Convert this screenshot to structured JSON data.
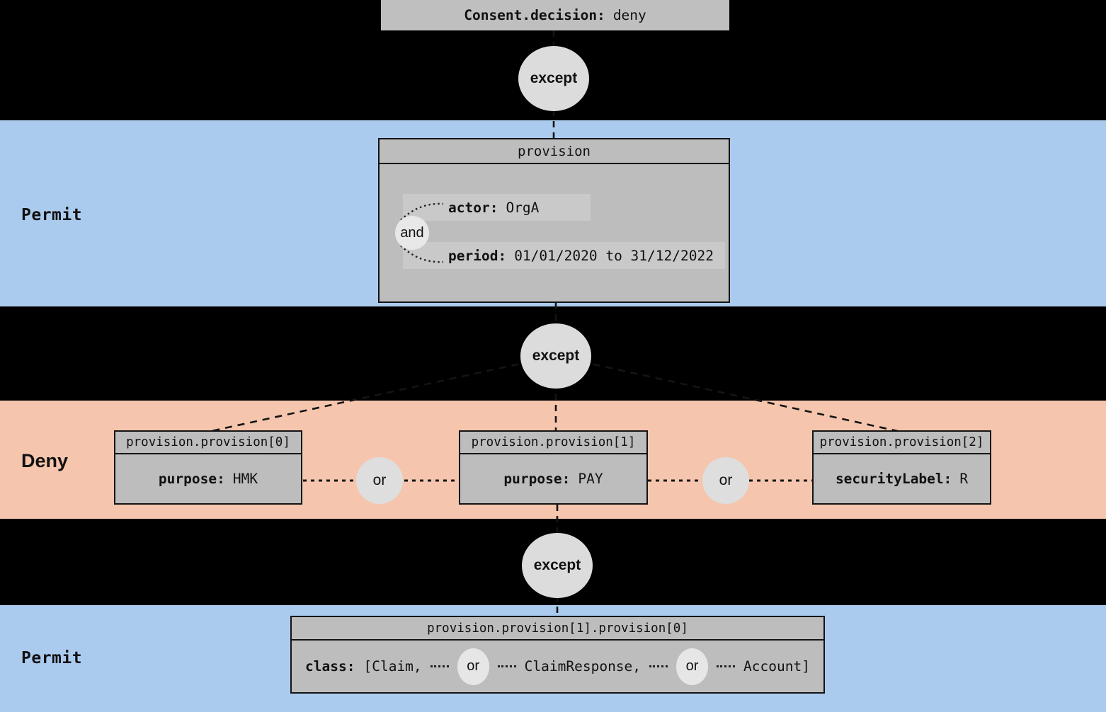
{
  "root_box": {
    "key": "Consent.decision:",
    "value": "deny"
  },
  "operators": {
    "except": "except",
    "and": "and",
    "or": "or"
  },
  "bands": {
    "permit_top": {
      "label": "Permit"
    },
    "deny": {
      "label": "Deny"
    },
    "permit_bottom": {
      "label": "Permit"
    }
  },
  "permit_provision": {
    "header": "provision",
    "attributes": [
      {
        "key": "actor:",
        "value": "OrgA"
      },
      {
        "key": "period:",
        "value": "01/01/2020 to 31/12/2022"
      }
    ]
  },
  "deny_provisions": [
    {
      "header": "provision.provision[0]",
      "key": "purpose:",
      "value": "HMK"
    },
    {
      "header": "provision.provision[1]",
      "key": "purpose:",
      "value": "PAY"
    },
    {
      "header": "provision.provision[2]",
      "key": "securityLabel:",
      "value": "R"
    }
  ],
  "nested_permit": {
    "header": "provision.provision[1].provision[0]",
    "key": "class:",
    "items": [
      "[Claim,",
      "ClaimResponse,",
      "Account]"
    ]
  },
  "colors": {
    "background": "#000000",
    "permit_band": "#abcbee",
    "deny_band": "#f5c6ad",
    "node_fill": "#bdbdbd",
    "attribute_highlight": "#c9c9c9",
    "except_circle": "#dcdcdc",
    "operator_circle": "#e8e8e8",
    "border": "#141414",
    "text": "#111111"
  }
}
